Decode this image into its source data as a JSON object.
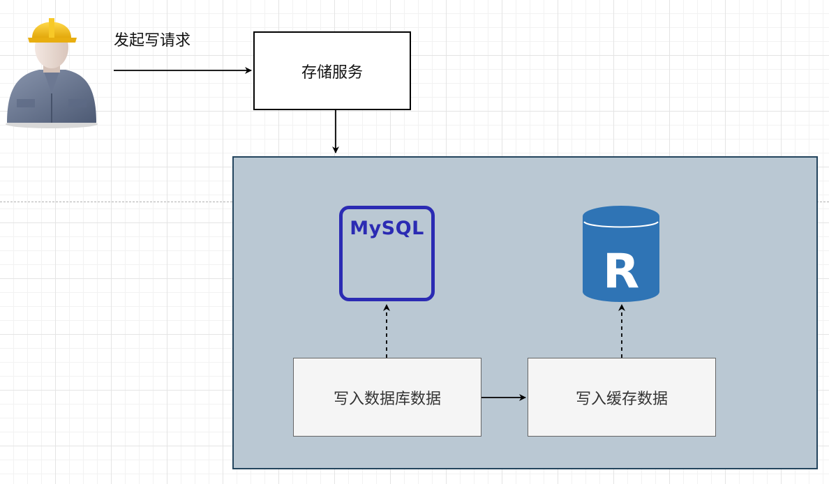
{
  "actor": {
    "icon": "worker-icon",
    "request_label": "发起写请求"
  },
  "storage_service": {
    "label": "存储服务"
  },
  "container": {
    "fill_color": "#bac8d3",
    "stroke_color": "#23445d",
    "mysql": {
      "icon": "mysql-icon",
      "label": "MySQL",
      "color": "#2b2bb3"
    },
    "redis": {
      "icon": "redis-cylinder-icon",
      "letter": "R",
      "color": "#2f74b5"
    },
    "write_db": {
      "label": "写入数据库数据"
    },
    "write_cache": {
      "label": "写入缓存数据"
    }
  }
}
